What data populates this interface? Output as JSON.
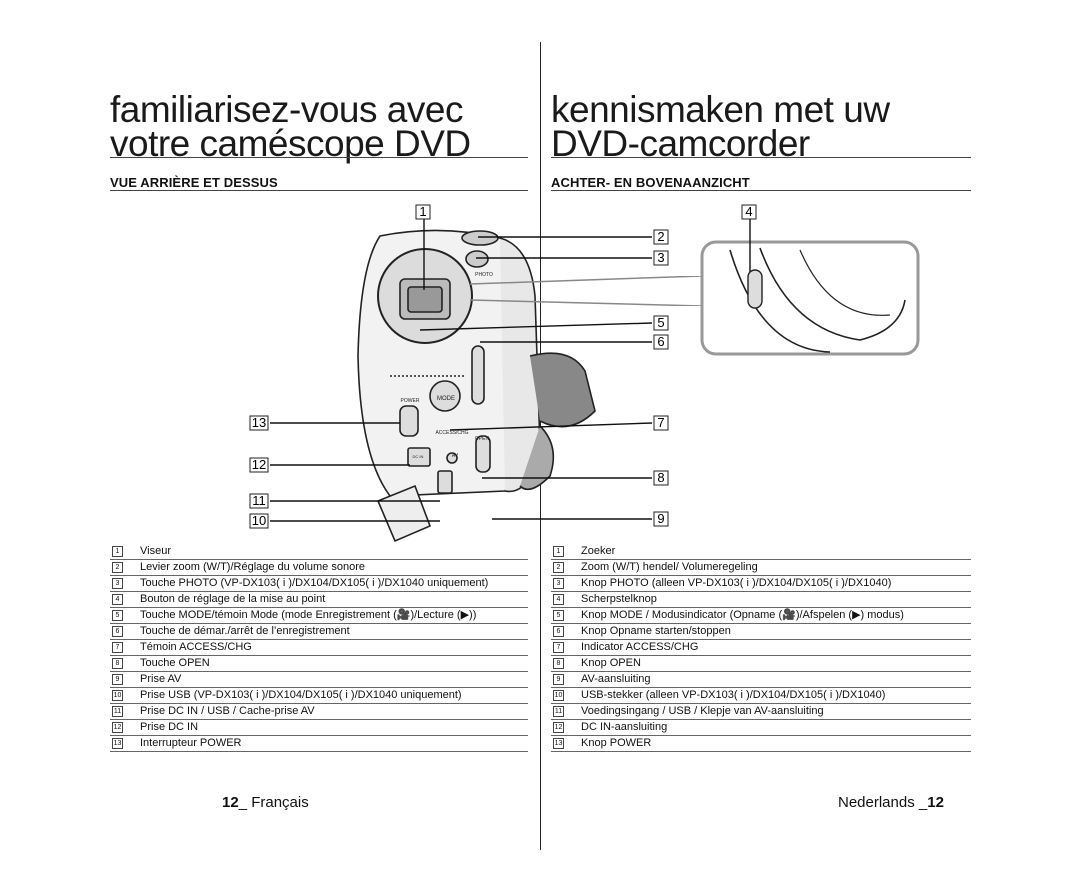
{
  "left": {
    "title_line1": "familiarisez-vous avec",
    "title_line2": "votre caméscope DVD",
    "section": "VUE ARRIÈRE ET DESSUS",
    "items": [
      {
        "num": "1",
        "text": "Viseur"
      },
      {
        "num": "2",
        "text": "Levier zoom (W/T)/Réglage du volume sonore"
      },
      {
        "num": "3",
        "text": "Touche PHOTO (VP-DX103( i )/DX104/DX105( i )/DX1040 uniquement)"
      },
      {
        "num": "4",
        "text": "Bouton de réglage de la mise au point"
      },
      {
        "num": "5",
        "text": "Touche MODE/témoin Mode (mode Enregistrement (🎥)/Lecture (▶))"
      },
      {
        "num": "6",
        "text": "Touche de démar./arrêt de l’enregistrement"
      },
      {
        "num": "7",
        "text": "Témoin ACCESS/CHG"
      },
      {
        "num": "8",
        "text": "Touche OPEN"
      },
      {
        "num": "9",
        "text": "Prise AV"
      },
      {
        "num": "10",
        "text": "Prise USB (VP-DX103( i )/DX104/DX105( i )/DX1040 uniquement)"
      },
      {
        "num": "11",
        "text": "Prise DC IN / USB / Cache-prise AV"
      },
      {
        "num": "12",
        "text": "Prise DC IN"
      },
      {
        "num": "13",
        "text": "Interrupteur POWER"
      }
    ],
    "footer_page": "12",
    "footer_lang": "_ Français"
  },
  "right": {
    "title_line1": "kennismaken met uw",
    "title_line2": "DVD-camcorder",
    "section": "ACHTER- EN BOVENAANZICHT",
    "items": [
      {
        "num": "1",
        "text": "Zoeker"
      },
      {
        "num": "2",
        "text": "Zoom (W/T) hendel/ Volumeregeling"
      },
      {
        "num": "3",
        "text": "Knop PHOTO (alleen VP-DX103( i )/DX104/DX105( i )/DX1040)"
      },
      {
        "num": "4",
        "text": "Scherpstelknop"
      },
      {
        "num": "5",
        "text": "Knop MODE / Modusindicator (Opname (🎥)/Afspelen (▶) modus)"
      },
      {
        "num": "6",
        "text": "Knop Opname starten/stoppen"
      },
      {
        "num": "7",
        "text": "Indicator ACCESS/CHG"
      },
      {
        "num": "8",
        "text": "Knop OPEN"
      },
      {
        "num": "9",
        "text": "AV-aansluiting"
      },
      {
        "num": "10",
        "text": "USB-stekker (alleen VP-DX103( i )/DX104/DX105( i )/DX1040)"
      },
      {
        "num": "11",
        "text": "Voedingsingang / USB / Klepje van AV-aansluiting"
      },
      {
        "num": "12",
        "text": "DC IN-aansluiting"
      },
      {
        "num": "13",
        "text": "Knop POWER"
      }
    ],
    "footer_lang": "Nederlands _",
    "footer_page": "12"
  },
  "diagram": {
    "callouts": [
      "1",
      "2",
      "3",
      "4",
      "5",
      "6",
      "7",
      "8",
      "9",
      "10",
      "11",
      "12",
      "13"
    ],
    "labels": {
      "mode": "MODE",
      "power": "POWER",
      "access": "ACCESS/CHG",
      "open": "OPEN",
      "photo": "PHOTO",
      "dcin": "DC IN",
      "av": "AV"
    }
  }
}
